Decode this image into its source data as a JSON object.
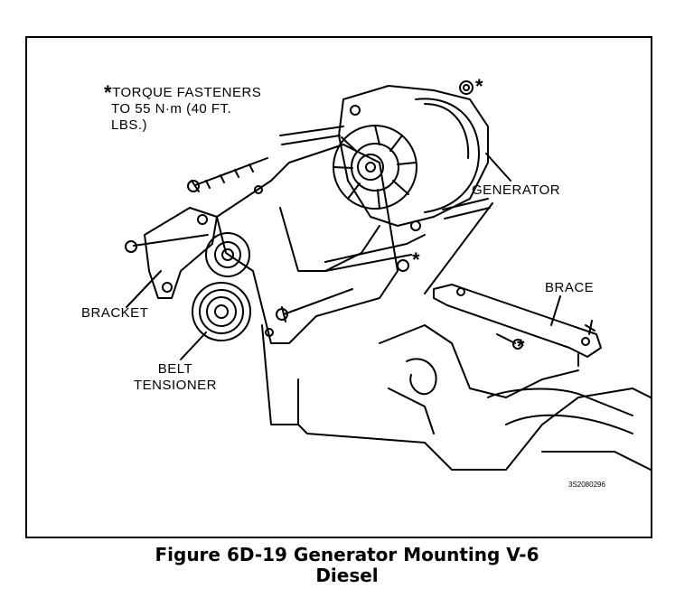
{
  "labels": {
    "torque_line1": "TORQUE FASTENERS",
    "torque_line2": "TO 55 N·m (40 FT.",
    "torque_line3": "LBS.)",
    "torque_star": "*",
    "generator": "GENERATOR",
    "brace": "BRACE",
    "bracket": "BRACKET",
    "belt_line1": "BELT",
    "belt_line2": "TENSIONER",
    "part_number": "3S2080296",
    "asterisk": "*"
  },
  "caption": {
    "line1": "Figure 6D-19 Generator Mounting V-6",
    "line2": "Diesel"
  }
}
